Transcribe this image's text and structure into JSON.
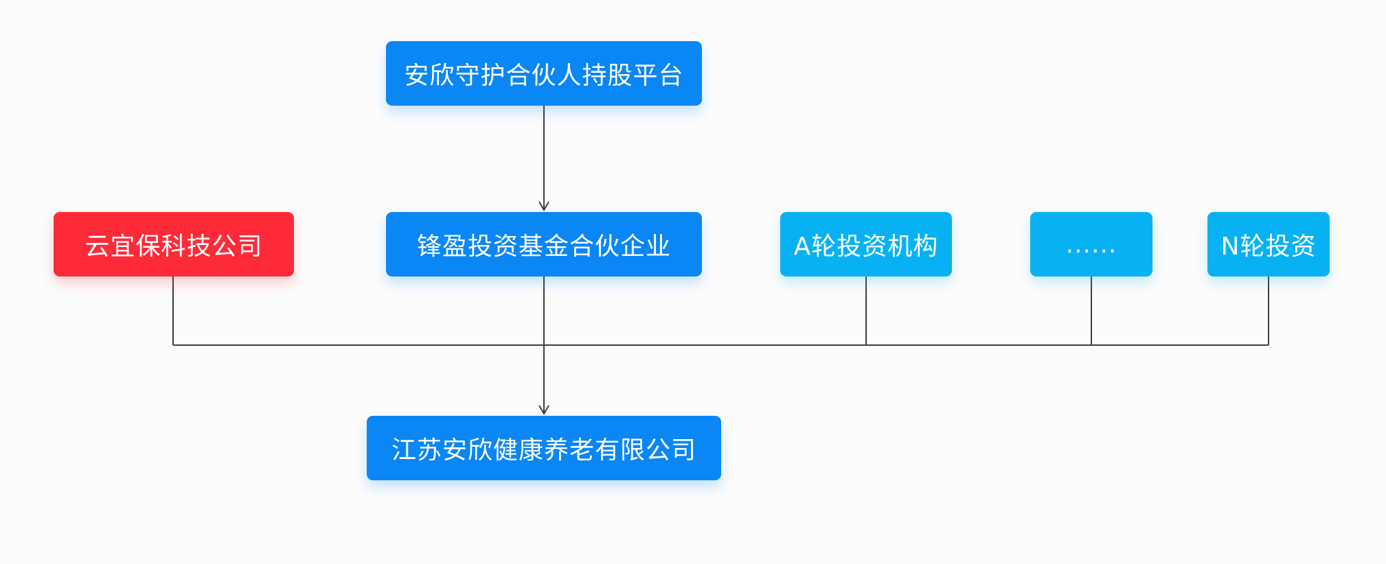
{
  "nodes": {
    "platform": "安欣守护合伙人持股平台",
    "yunyibao": "云宜保科技公司",
    "fengying": "锋盈投资基金合伙企业",
    "round_a": "A轮投资机构",
    "ellipsis": "......",
    "round_n": "N轮投资",
    "jiangsu": "江苏安欣健康养老有限公司"
  },
  "colors": {
    "primary": "#0a86f5",
    "accent": "#ff2a38",
    "light": "#08b2f2",
    "connector": "#3d3d3d",
    "background": "#fcfcfd"
  }
}
